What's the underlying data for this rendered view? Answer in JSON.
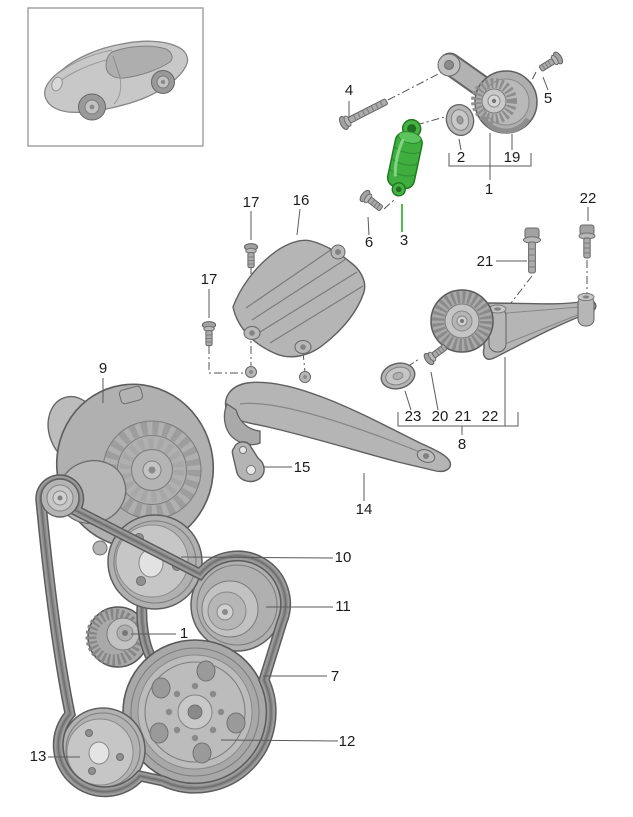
{
  "diagram": {
    "type": "exploded-parts-diagram",
    "highlight_color": "#3cb43c",
    "part_color": "#b5b5b5",
    "outline_color": "#5f5f5f",
    "line_color": "#5a5a5a",
    "label_color": "#1c1c1c"
  },
  "callouts": {
    "c4": "4",
    "c5": "5",
    "c2": "2",
    "c19": "19",
    "c1a": "1",
    "c22a": "22",
    "c17a": "17",
    "c16": "16",
    "c6": "6",
    "c3": "3",
    "c21a": "21",
    "c17b": "17",
    "c9": "9",
    "c23": "23",
    "c20": "20",
    "c21b": "21",
    "c22b": "22",
    "c8": "8",
    "c15": "15",
    "c14": "14",
    "c10": "10",
    "c11": "11",
    "c1b": "1",
    "c7": "7",
    "c12": "12",
    "c13": "13"
  }
}
